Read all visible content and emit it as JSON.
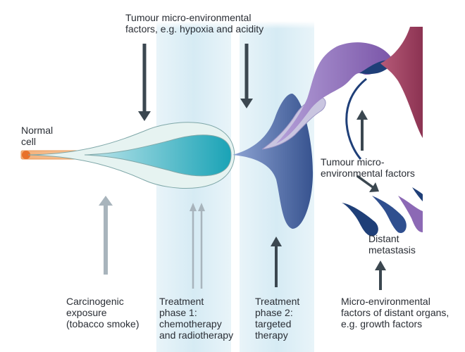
{
  "labels": {
    "top": [
      "Tumour micro-environmental",
      "factors, e.g. hypoxia and acidity"
    ],
    "normal": [
      "Normal",
      "cell"
    ],
    "carcinogenic": [
      "Carcinogenic",
      "exposure",
      "(tobacco smoke)"
    ],
    "phase1": [
      "Treatment",
      "phase 1:",
      "chemotherapy",
      "and radiotherapy"
    ],
    "phase2": [
      "Treatment",
      "phase 2:",
      "targeted",
      "therapy"
    ],
    "tumour_mid": [
      "Tumour micro-",
      "environmental factors"
    ],
    "metastasis": [
      "Distant",
      "metastasis"
    ],
    "distant_factors": [
      "Micro-environmental",
      "factors of distant organs,",
      "e.g. growth factors"
    ]
  },
  "colors": {
    "treatment_band": "#d6ebf4",
    "normal_cell": "#f0a868",
    "normal_nucleus": "#e8722a",
    "clone_pale": "#e4f2f0",
    "clone_teal": "#1ba7b8",
    "clone_blue": "#3d5a9c",
    "clone_lavender": "#c9c5e0",
    "clone_purple": "#8c69b5",
    "clone_navy": "#1f3f78",
    "clone_maroon": "#9a3d5a",
    "arrow_dark": "#3b4750",
    "arrow_light": "#a8b4bc",
    "text": "#2a2e35"
  }
}
